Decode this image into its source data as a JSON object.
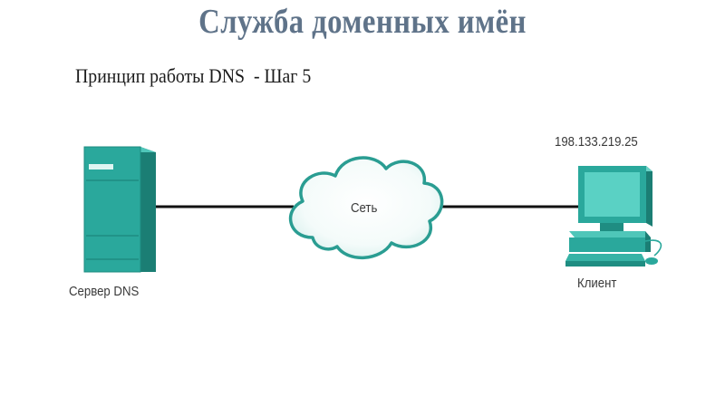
{
  "slide": {
    "title": "Служба доменных имён",
    "subtitle": "Принцип работы DNS  - Шаг 5"
  },
  "diagram": {
    "nodes": {
      "server": {
        "label": "Сервер DNS",
        "icon": "server-tower-icon"
      },
      "cloud": {
        "label": "Сеть",
        "icon": "network-cloud-icon"
      },
      "client": {
        "label": "Клиент",
        "ip": "198.133.219.25",
        "icon": "desktop-computer-icon"
      }
    },
    "colors": {
      "title": "#5f7389",
      "device_face": "#2aa89c",
      "device_side": "#1b7e74",
      "device_top": "#4fc6b9",
      "screen": "#5ad1c4",
      "cloud_stroke": "#2a9d92",
      "link": "#111111"
    }
  }
}
